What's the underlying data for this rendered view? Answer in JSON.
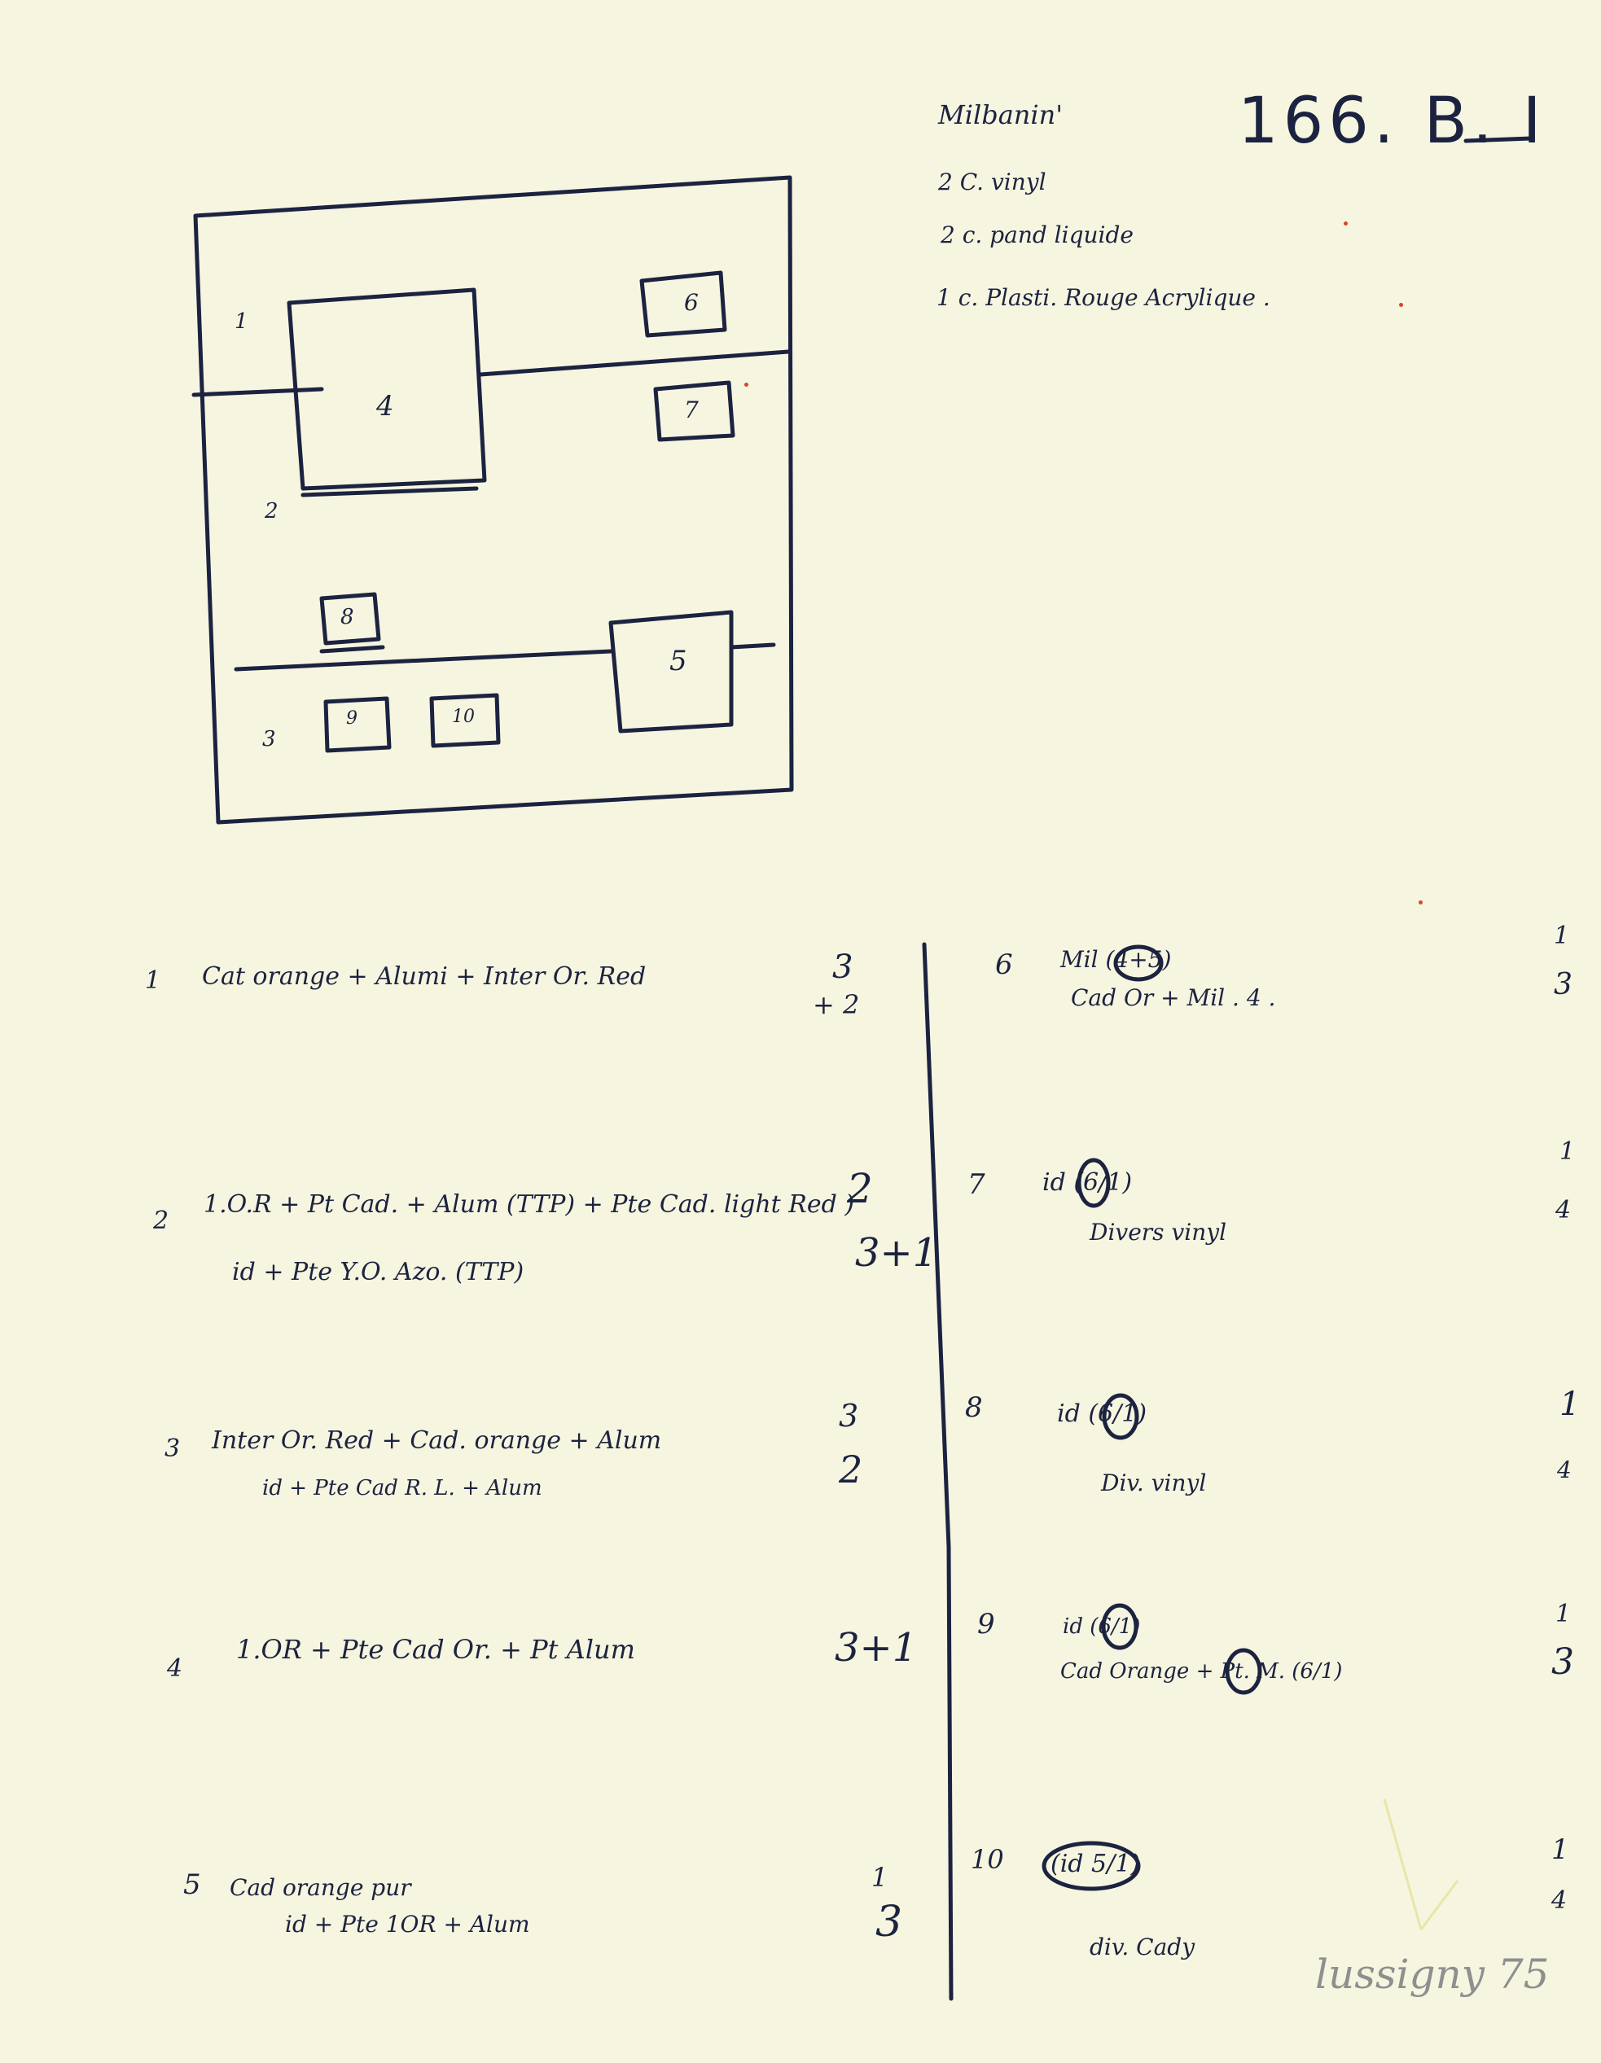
{
  "header": {
    "code": "166. B. I",
    "notes": [
      "Milbanin'",
      "2 C. vinyl",
      "2 c. pand liquide",
      "1 c. Plasti. Rouge Acrylique ."
    ]
  },
  "diagram": {
    "box_labels": [
      "4",
      "5",
      "6",
      "7",
      "8",
      "9",
      "10"
    ],
    "side_marks": [
      "1",
      "2",
      "3"
    ]
  },
  "left_entries": [
    {
      "num": "1",
      "lines": [
        "Cat orange + Alumi + Inter Or. Red"
      ],
      "qty": [
        "3",
        "+ 2"
      ]
    },
    {
      "num": "2",
      "lines": [
        "1.O.R + Pt Cad. + Alum (TTP) + Pte Cad. light Red )",
        "id + Pte Y.O. Azo. (TTP)"
      ],
      "qty": [
        "2",
        "3+1"
      ]
    },
    {
      "num": "3",
      "lines": [
        "Inter Or. Red + Cad. orange + Alum",
        "id + Pte Cad R. L. + Alum"
      ],
      "qty": [
        "3",
        "2"
      ]
    },
    {
      "num": "4",
      "lines": [
        "1.OR + Pte Cad Or. + Pt Alum"
      ],
      "qty": [
        "3+1"
      ]
    },
    {
      "num": "5",
      "lines": [
        "Cad orange pur",
        "id + Pte 1OR + Alum"
      ],
      "qty": [
        "1",
        "3"
      ]
    }
  ],
  "right_entries": [
    {
      "num": "6",
      "lines": [
        "Mil (4+5)",
        "Cad Or + Mil . 4 ."
      ],
      "ratio": [
        "1",
        "3"
      ]
    },
    {
      "num": "7",
      "lines": [
        "id (6/1)",
        "Divers vinyl"
      ],
      "ratio": [
        "1",
        "4"
      ]
    },
    {
      "num": "8",
      "lines": [
        "id (6/1)",
        "Div. vinyl"
      ],
      "ratio": [
        "1",
        "4"
      ]
    },
    {
      "num": "9",
      "lines": [
        "id (6/1)",
        "Cad Orange + Pt. M. (6/1)"
      ],
      "ratio": [
        "1",
        "3"
      ]
    },
    {
      "num": "10",
      "lines": [
        "(id 5/1)",
        "div. Cady"
      ],
      "ratio": [
        "1",
        "4"
      ]
    }
  ],
  "signature": "lussigny 75"
}
